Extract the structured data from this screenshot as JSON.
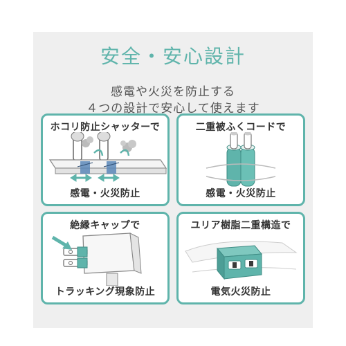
{
  "header": {
    "title": "安全・安心設計",
    "subtitle_line1": "感電や火災を防止する",
    "subtitle_line2": "４つの設計で安心して使えます"
  },
  "cards": [
    {
      "heading": "ホコリ防止シャッターで",
      "footer": "感電・火災防止"
    },
    {
      "heading": "二重被ふくコードで",
      "footer": "感電・火災防止"
    },
    {
      "heading": "絶縁キャップで",
      "footer": "トラッキング現象防止"
    },
    {
      "heading": "ユリア樹脂二重構造で",
      "footer": "電気火災防止"
    }
  ],
  "colors": {
    "accent": "#5fb4ab",
    "panel_bg": "#efefef",
    "text": "#333333"
  }
}
